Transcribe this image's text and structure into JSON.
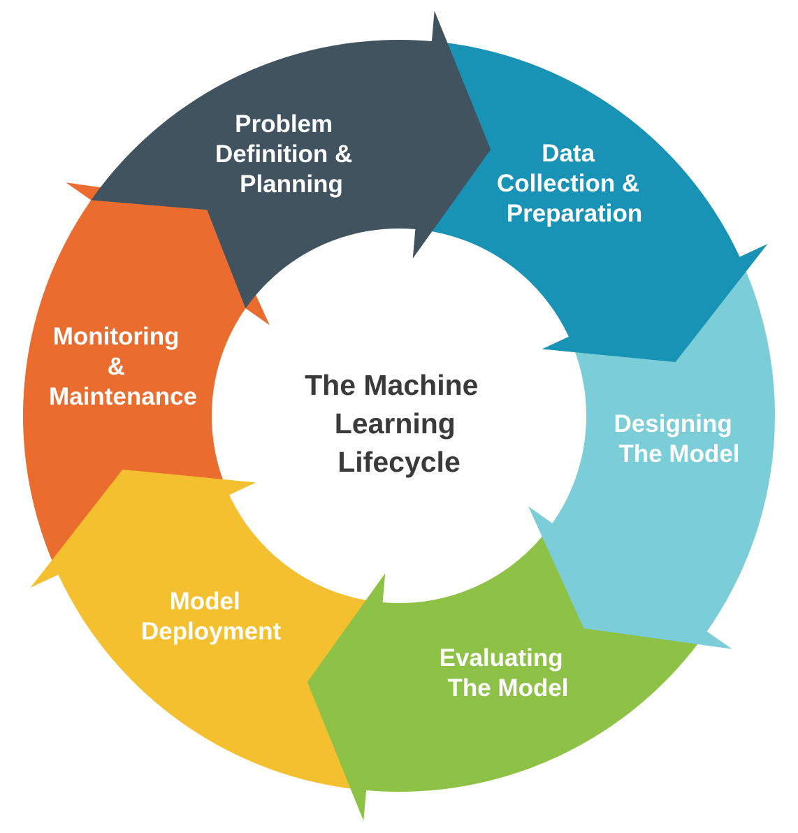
{
  "center": {
    "title_lines": [
      "The Machine",
      "Learning",
      "Lifecycle"
    ]
  },
  "stages": [
    {
      "id": "problem-definition",
      "label_lines": [
        "Problem",
        "Definition &",
        "Planning"
      ],
      "color": "#41535f"
    },
    {
      "id": "data-collection",
      "label_lines": [
        "Data",
        "Collection &",
        "Preparation"
      ],
      "color": "#1893b5"
    },
    {
      "id": "designing-model",
      "label_lines": [
        "Designing",
        "The Model"
      ],
      "color": "#7bcdd7"
    },
    {
      "id": "evaluating-model",
      "label_lines": [
        "Evaluating",
        "The Model"
      ],
      "color": "#8dc246"
    },
    {
      "id": "model-deployment",
      "label_lines": [
        "Model",
        "Deployment"
      ],
      "color": "#f4c030"
    },
    {
      "id": "monitoring-maintenance",
      "label_lines": [
        "Monitoring",
        "&",
        "Maintenance"
      ],
      "color": "#ea6c2e"
    }
  ]
}
